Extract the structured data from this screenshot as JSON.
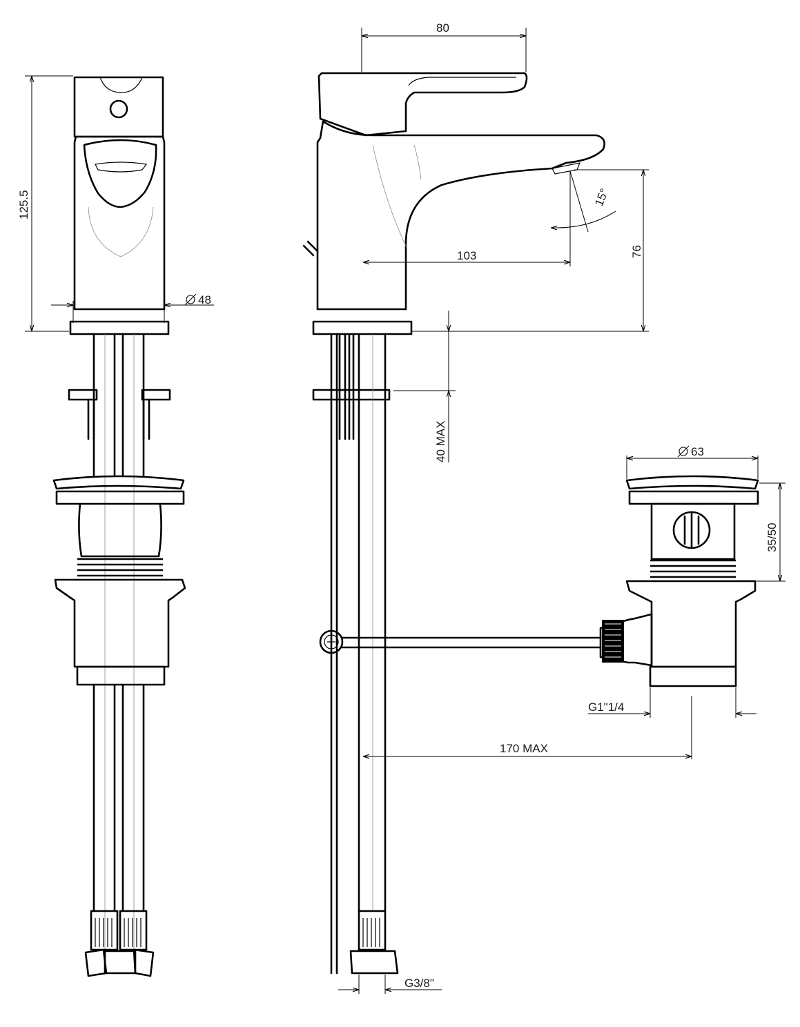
{
  "colors": {
    "line": "#000000",
    "background": "#ffffff",
    "hidden_line": "#8a8a8a"
  },
  "dimensions": {
    "height_total": "125.5",
    "base_diameter": "48",
    "spout_lever_width": "80",
    "spout_reach": "103",
    "spout_angle": "15°",
    "spout_height": "76",
    "deck_thickness": "40 MAX",
    "waste_diameter": "63",
    "waste_height": "35/50",
    "waste_thread": "G1\"1/4",
    "rod_length": "170 MAX",
    "hose_thread": "G3/8\""
  },
  "symbols": {
    "diameter": "diameter-symbol"
  }
}
